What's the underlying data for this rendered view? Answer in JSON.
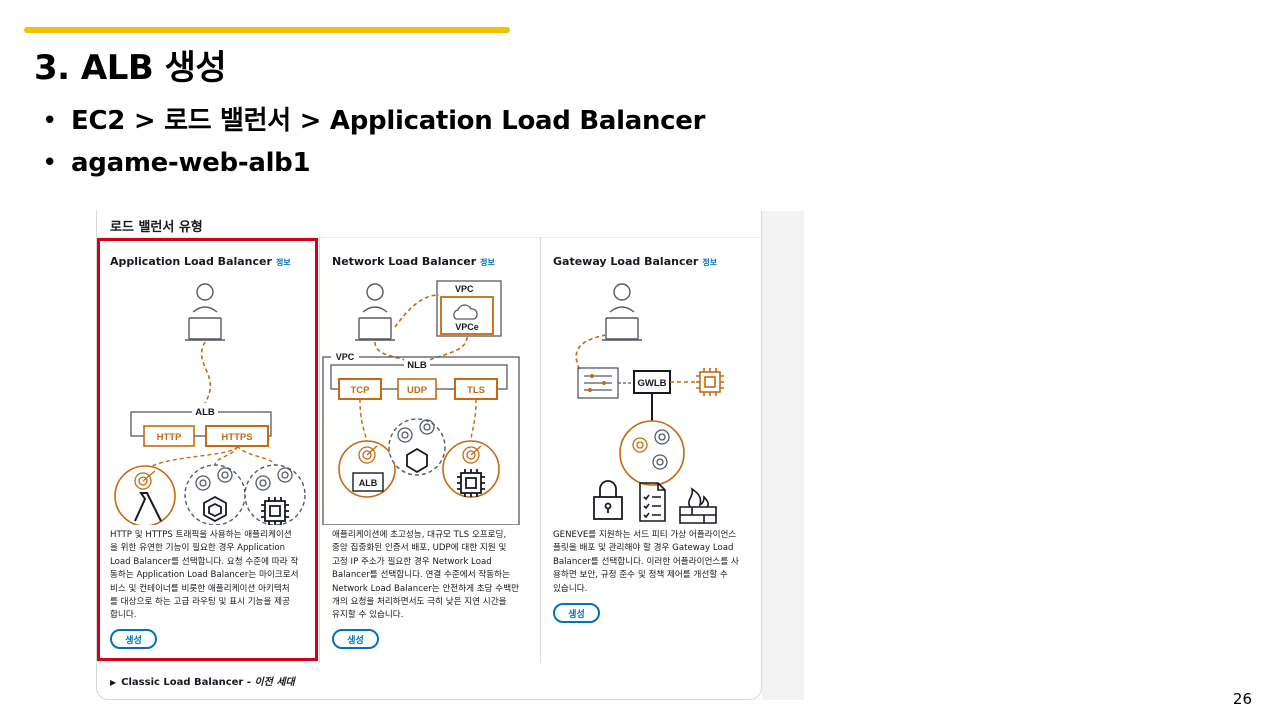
{
  "slide": {
    "title": "3. ALB 생성",
    "bullets": [
      "EC2 > 로드 밸런서 > Application Load Balancer",
      "agame-web-alb1"
    ],
    "page_number": "26",
    "accent_color": "#f2c100"
  },
  "panel": {
    "title": "로드 밸런서 유형",
    "cards": [
      {
        "title": "Application Load Balancer",
        "info": "정보",
        "diagram": {
          "group": "ALB",
          "listeners": [
            "HTTP",
            "HTTPS"
          ],
          "target_icons": [
            "lambda-icon",
            "container-icon",
            "chip-icon"
          ]
        },
        "description": [
          "HTTP 및 HTTPS 트래픽을 사용하는 애플리케이션",
          "을 위한 유연한 기능이 필요한 경우 Application",
          "Load Balancer를 선택합니다. 요청 수준에 따라 작",
          "동하는 Application Load Balancer는 마이크로서",
          "비스 및 컨테이너를 비롯한 애플리케이션 아키텍처",
          "를 대상으로 하는 고급 라우팅 및 표시 기능을 제공",
          "합니다."
        ],
        "button": "생성"
      },
      {
        "title": "Network Load Balancer",
        "info": "정보",
        "diagram": {
          "vpc_top": "VPC",
          "vpce": "VPCe",
          "vpc": "VPC",
          "nlb": "NLB",
          "listeners": [
            "TCP",
            "UDP",
            "TLS"
          ],
          "alb_label": "ALB"
        },
        "description": [
          "애플리케이션에 초고성능, 대규모 TLS 오프로딩,",
          "중앙 집중화된 인증서 배포, UDP에 대한 지원 및",
          "고정 IP 주소가 필요한 경우 Network Load",
          "Balancer를 선택합니다. 연결 수준에서 작동하는",
          "Network Load Balancer는 안전하게 초당 수백만",
          "개의 요청을 처리하면서도 극히 낮은 지연 시간을",
          "유지할 수 있습니다."
        ],
        "button": "생성"
      },
      {
        "title": "Gateway Load Balancer",
        "info": "정보",
        "diagram": {
          "gwlb": "GWLB",
          "target_icons": [
            "lock-icon",
            "checklist-icon",
            "firewall-icon"
          ]
        },
        "description": [
          "GENEVE를 지원하는 서드 피티 가상 어플라이언스",
          "플릿을 배포 및 관리해야 할 경우 Gateway Load",
          "Balancer를 선택합니다. 이러한 어플라이언스를 사",
          "용하면 보안, 규정 준수 및 정책 제어를 개선할 수",
          "있습니다."
        ],
        "button": "생성"
      }
    ],
    "classic": {
      "label": "Classic Load Balancer - ",
      "legacy": "이전 세대"
    },
    "colors": {
      "orange": "#c46a10",
      "grey": "#545b64",
      "link_blue": "#0073bb",
      "highlight_red": "#d0021b"
    }
  }
}
